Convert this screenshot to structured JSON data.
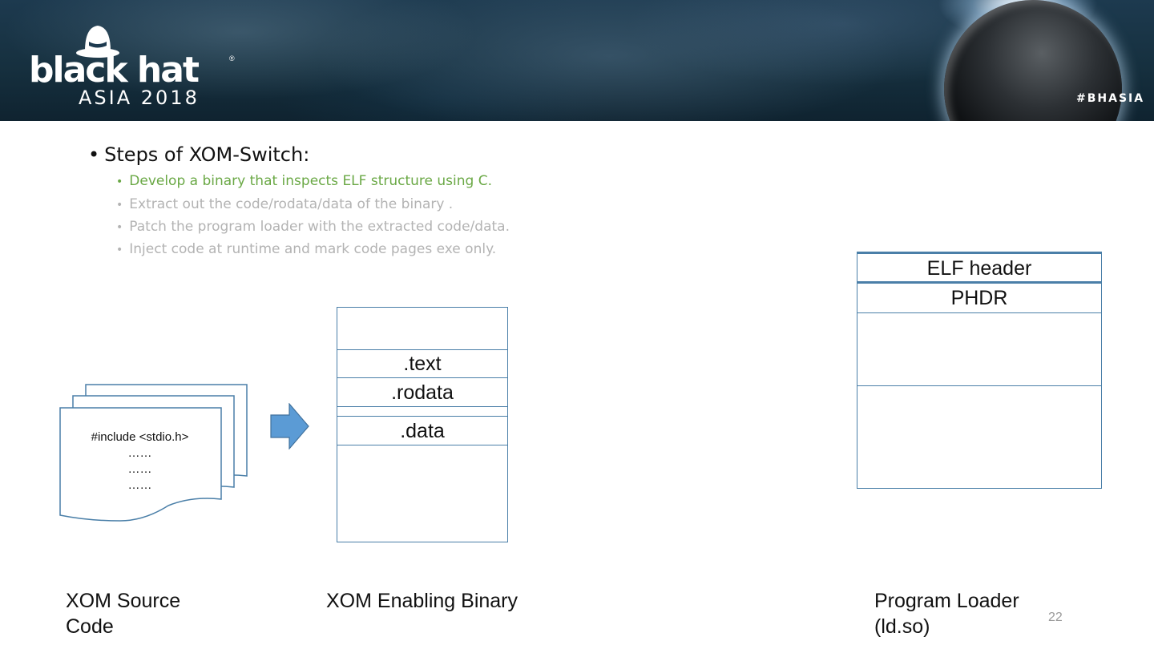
{
  "header": {
    "logo_main": "black hat",
    "logo_sub": "ASIA 2018",
    "logo_reg": "®",
    "hashtag": "#BHASIA"
  },
  "slide": {
    "heading": "Steps of XOM-Switch:",
    "steps": [
      "Develop a binary that inspects ELF structure using C.",
      "Extract out the code/rodata/data of the binary .",
      "Patch the program loader with the extracted code/data.",
      "Inject code at runtime and mark code pages exe only."
    ],
    "source_code_lines": [
      "#include <stdio.h>",
      "……",
      "……",
      "……"
    ],
    "binary_sections": [
      ".text",
      ".rodata",
      ".data"
    ],
    "loader_sections": [
      "ELF header",
      "PHDR"
    ],
    "captions": {
      "source": [
        "XOM Source",
        "Code"
      ],
      "binary": "XOM Enabling Binary",
      "loader": [
        "Program Loader",
        "(ld.so)"
      ]
    },
    "page_number": "22"
  },
  "colors": {
    "active_step": "#6aa845",
    "dim_step": "#b3b3b3",
    "box_border": "#4a7fa8",
    "arrow_fill": "#5b9bd5"
  },
  "icons": {
    "logo": "black-hat-logo-icon",
    "arrow": "right-arrow-icon",
    "document": "stacked-documents-icon"
  }
}
